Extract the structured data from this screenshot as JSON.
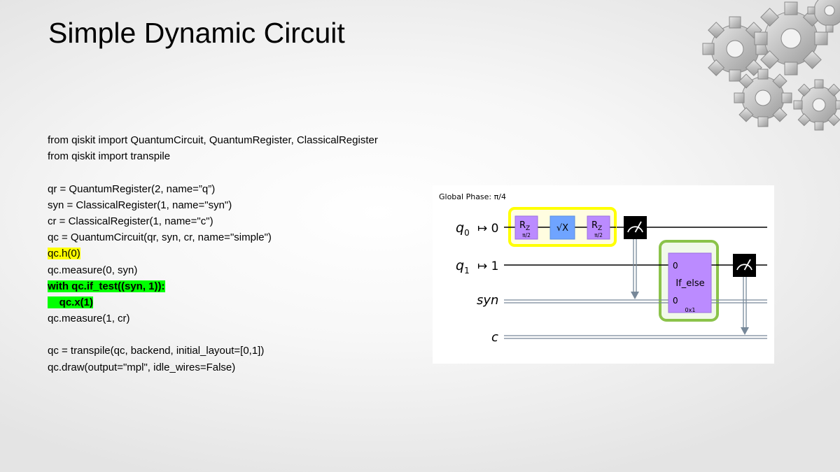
{
  "slide": {
    "title": "Simple Dynamic Circuit"
  },
  "code": {
    "lines": [
      {
        "text": "from qiskit import QuantumCircuit, QuantumRegister, ClassicalRegister",
        "highlight": "none"
      },
      {
        "text": "from qiskit import transpile",
        "highlight": "none"
      },
      {
        "text": "",
        "highlight": "none"
      },
      {
        "text": "qr = QuantumRegister(2, name=”q”)",
        "highlight": "none"
      },
      {
        "text": "syn = ClassicalRegister(1, name=\"syn\")",
        "highlight": "none"
      },
      {
        "text": "cr = ClassicalRegister(1, name=\"c\")",
        "highlight": "none"
      },
      {
        "text": "qc = QuantumCircuit(qr, syn, cr, name=\"simple\")",
        "highlight": "none"
      },
      {
        "text": "qc.h(0)",
        "highlight": "yellow"
      },
      {
        "text": "qc.measure(0, syn)",
        "highlight": "none"
      },
      {
        "text": "with qc.if_test((syn, 1)):",
        "highlight": "green"
      },
      {
        "text": "    qc.x(1)",
        "highlight": "green"
      },
      {
        "text": "qc.measure(1, cr)",
        "highlight": "none"
      },
      {
        "text": "",
        "highlight": "none"
      },
      {
        "text": "qc = transpile(qc, backend, initial_layout=[0,1])",
        "highlight": "none"
      },
      {
        "text": "qc.draw(output=\"mpl\", idle_wires=False)",
        "highlight": "none"
      }
    ]
  },
  "circuit": {
    "global_phase": "Global Phase: π/4",
    "wires": {
      "q0": {
        "name": "q",
        "sub": "0",
        "map": "↦ 0"
      },
      "q1": {
        "name": "q",
        "sub": "1",
        "map": "↦ 1"
      },
      "syn": "syn",
      "c": "c"
    },
    "gates": {
      "rz1": {
        "label": "R",
        "sub": "Z",
        "param": "π/2"
      },
      "sx": {
        "label": "√X"
      },
      "rz2": {
        "label": "R",
        "sub": "Z",
        "param": "π/2"
      },
      "if_else": {
        "label": "If_else",
        "q_index": "0",
        "c_index": "0",
        "cond": "0x1"
      }
    },
    "colors": {
      "rz_gate": "#bb8bff",
      "sx_gate": "#6fa4ff",
      "if_else": "#bb8bff",
      "measure": "#000000",
      "yellow_outline": "#ffff00",
      "green_outline": "#8bc34a",
      "classical_wire": "#778899"
    }
  }
}
